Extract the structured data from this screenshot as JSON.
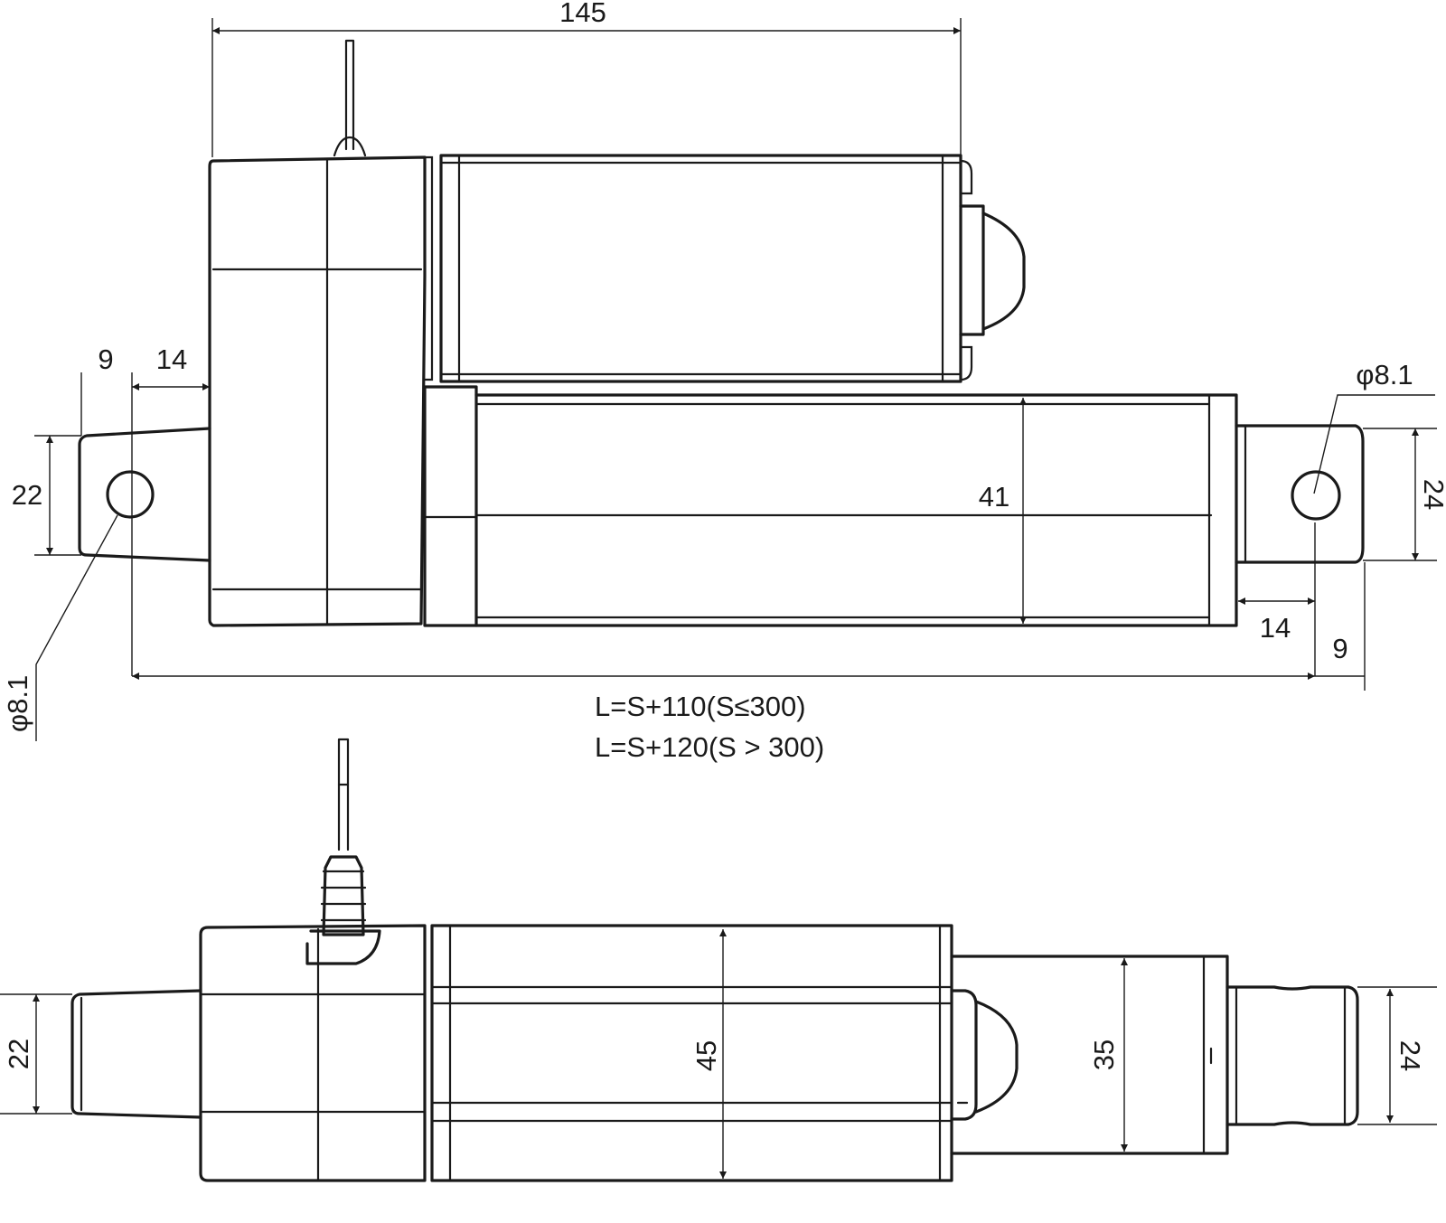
{
  "dimensions": {
    "overall_length": "145",
    "rear_clevis_offset": "9",
    "rear_clevis_length": "14",
    "rear_clevis_width_top": "22",
    "rear_hole_dia": "φ8.1",
    "tube_height": "41",
    "front_hole_dia": "φ8.1",
    "front_clevis_width_top": "24",
    "front_clevis_length": "14",
    "front_clevis_offset": "9",
    "stroke_formula_1": "L=S+110(S≤300)",
    "stroke_formula_2": "L=S+120(S > 300)",
    "rear_clevis_width_bottom": "22",
    "housing_height": "45",
    "tube_diameter": "35",
    "front_clevis_width_bottom": "24"
  },
  "colors": {
    "line": "#1a1a1a",
    "background": "#ffffff"
  },
  "markers": {
    "arrow": "filled-arrowhead"
  }
}
